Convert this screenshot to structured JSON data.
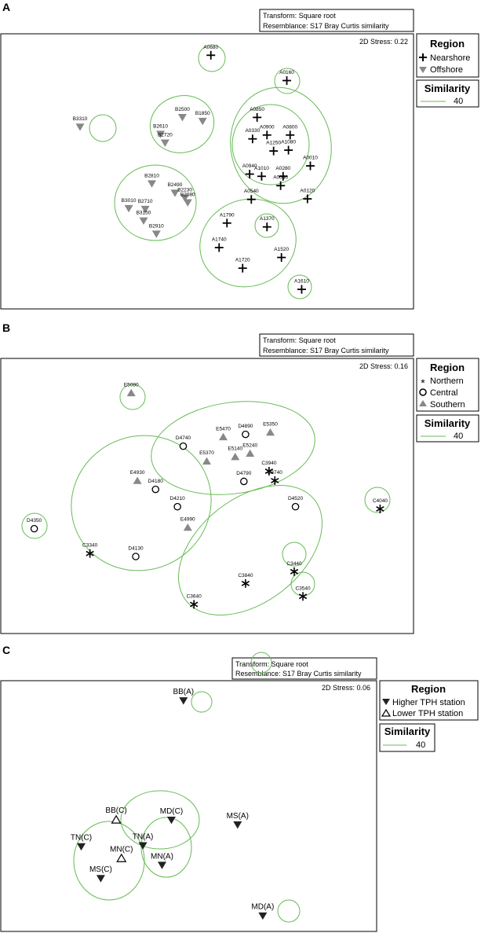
{
  "panels": [
    {
      "letter": "A",
      "transform": "Transform: Square root",
      "resemblance": "Resemblance: S17 Bray Curtis similarity",
      "stress": "2D Stress: 0.22",
      "legend": {
        "region_title": "Region",
        "groups": [
          {
            "label": "Nearshore",
            "marker": "plus"
          },
          {
            "label": "Offshore",
            "marker": "tri-down-gray"
          }
        ],
        "similarity_title": "Similarity",
        "similarity_value": "40",
        "similarity_color": "#66bb55"
      }
    },
    {
      "letter": "B",
      "transform": "Transform: Square root",
      "resemblance": "Resemblance: S17 Bray Curtis similarity",
      "stress": "2D Stress: 0.16",
      "legend": {
        "region_title": "Region",
        "groups": [
          {
            "label": "Northern",
            "marker": "asterisk"
          },
          {
            "label": "Central",
            "marker": "circle"
          },
          {
            "label": "Southern",
            "marker": "tri-up-gray"
          }
        ],
        "similarity_title": "Similarity",
        "similarity_value": "40",
        "similarity_color": "#66bb55"
      }
    },
    {
      "letter": "C",
      "transform": "Transform: Square root",
      "resemblance": "Resemblance: S17 Bray Curtis similarity",
      "stress": "2D Stress: 0.06",
      "legend": {
        "region_title": "Region",
        "groups": [
          {
            "label": "Higher TPH station",
            "marker": "tri-down-black"
          },
          {
            "label": "Lower TPH station",
            "marker": "tri-up-open"
          }
        ],
        "similarity_title": "Similarity",
        "similarity_value": "40",
        "similarity_color": "#66bb55"
      }
    }
  ],
  "chart_data": [
    {
      "type": "scatter",
      "title": "",
      "xlabel": "",
      "ylabel": "",
      "xlim": [
        0,
        100
      ],
      "ylim": [
        0,
        100
      ],
      "grid": false,
      "legend_position": "right",
      "points": [
        {
          "label": "A0680",
          "group": "Nearshore",
          "x": 50.9,
          "y": 92.2
        },
        {
          "label": "A0160",
          "group": "Nearshore",
          "x": 69.3,
          "y": 83.0
        },
        {
          "label": "A0850",
          "group": "Nearshore",
          "x": 62.1,
          "y": 69.6
        },
        {
          "label": "A0330",
          "group": "Nearshore",
          "x": 61.0,
          "y": 61.8
        },
        {
          "label": "A0900",
          "group": "Nearshore",
          "x": 64.5,
          "y": 63.2
        },
        {
          "label": "A0800",
          "group": "Nearshore",
          "x": 70.1,
          "y": 63.2
        },
        {
          "label": "A1250",
          "group": "Nearshore",
          "x": 66.1,
          "y": 57.4
        },
        {
          "label": "A1080",
          "group": "Nearshore",
          "x": 69.7,
          "y": 57.7
        },
        {
          "label": "A0010",
          "group": "Nearshore",
          "x": 75.0,
          "y": 52.0
        },
        {
          "label": "A0940",
          "group": "Nearshore",
          "x": 60.3,
          "y": 49.0
        },
        {
          "label": "A1010",
          "group": "Nearshore",
          "x": 63.2,
          "y": 48.2
        },
        {
          "label": "A0280",
          "group": "Nearshore",
          "x": 68.4,
          "y": 48.2
        },
        {
          "label": "A0040",
          "group": "Nearshore",
          "x": 67.8,
          "y": 44.8
        },
        {
          "label": "A0540",
          "group": "Nearshore",
          "x": 60.7,
          "y": 39.8
        },
        {
          "label": "A0120",
          "group": "Nearshore",
          "x": 74.3,
          "y": 40.0
        },
        {
          "label": "A1790",
          "group": "Nearshore",
          "x": 54.8,
          "y": 31.2
        },
        {
          "label": "A1370",
          "group": "Nearshore",
          "x": 64.5,
          "y": 29.8
        },
        {
          "label": "A1740",
          "group": "Nearshore",
          "x": 52.9,
          "y": 22.3
        },
        {
          "label": "A1520",
          "group": "Nearshore",
          "x": 68.0,
          "y": 18.7
        },
        {
          "label": "A1720",
          "group": "Nearshore",
          "x": 58.6,
          "y": 14.8
        },
        {
          "label": "A1610",
          "group": "Nearshore",
          "x": 72.9,
          "y": 7.1
        },
        {
          "label": "B3310",
          "group": "Offshore",
          "x": 19.2,
          "y": 66.1
        },
        {
          "label": "B2500",
          "group": "Offshore",
          "x": 44.0,
          "y": 69.6
        },
        {
          "label": "B1850",
          "group": "Offshore",
          "x": 48.9,
          "y": 68.2
        },
        {
          "label": "B2610",
          "group": "Offshore",
          "x": 38.7,
          "y": 63.5
        },
        {
          "label": "B2720",
          "group": "Offshore",
          "x": 39.8,
          "y": 60.3
        },
        {
          "label": "B2810",
          "group": "Offshore",
          "x": 36.6,
          "y": 45.5
        },
        {
          "label": "B2490",
          "group": "Offshore",
          "x": 42.2,
          "y": 42.1
        },
        {
          "label": "B2230",
          "group": "Offshore",
          "x": 44.6,
          "y": 40.3
        },
        {
          "label": "B2080",
          "group": "Offshore",
          "x": 45.3,
          "y": 38.6
        },
        {
          "label": "B3010",
          "group": "Offshore",
          "x": 31.0,
          "y": 36.5
        },
        {
          "label": "B2710",
          "group": "Offshore",
          "x": 35.0,
          "y": 36.2
        },
        {
          "label": "B3150",
          "group": "Offshore",
          "x": 34.6,
          "y": 32.0
        },
        {
          "label": "B2910",
          "group": "Offshore",
          "x": 37.7,
          "y": 27.2
        }
      ]
    },
    {
      "type": "scatter",
      "title": "",
      "xlabel": "",
      "ylabel": "",
      "xlim": [
        0,
        100
      ],
      "ylim": [
        0,
        100
      ],
      "grid": false,
      "legend_position": "right",
      "points": [
        {
          "label": "E5080",
          "group": "Southern",
          "x": 31.6,
          "y": 87.5
        },
        {
          "label": "E5470",
          "group": "Southern",
          "x": 53.9,
          "y": 71.5
        },
        {
          "label": "E5350",
          "group": "Southern",
          "x": 65.3,
          "y": 73.2
        },
        {
          "label": "E5240",
          "group": "Southern",
          "x": 60.4,
          "y": 65.5
        },
        {
          "label": "E5140",
          "group": "Southern",
          "x": 56.8,
          "y": 64.3
        },
        {
          "label": "E5370",
          "group": "Southern",
          "x": 49.9,
          "y": 62.7
        },
        {
          "label": "E4930",
          "group": "Southern",
          "x": 33.1,
          "y": 55.6
        },
        {
          "label": "E4990",
          "group": "Southern",
          "x": 45.3,
          "y": 38.6
        },
        {
          "label": "D4890",
          "group": "Central",
          "x": 59.3,
          "y": 72.4
        },
        {
          "label": "D4740",
          "group": "Central",
          "x": 44.2,
          "y": 68.1
        },
        {
          "label": "D4790",
          "group": "Central",
          "x": 58.9,
          "y": 55.3
        },
        {
          "label": "D4180",
          "group": "Central",
          "x": 37.5,
          "y": 52.4
        },
        {
          "label": "D4210",
          "group": "Central",
          "x": 42.8,
          "y": 46.1
        },
        {
          "label": "D4520",
          "group": "Central",
          "x": 71.4,
          "y": 46.1
        },
        {
          "label": "D4350",
          "group": "Central",
          "x": 8.1,
          "y": 38.1
        },
        {
          "label": "D4130",
          "group": "Central",
          "x": 32.7,
          "y": 28.0
        },
        {
          "label": "C3940",
          "group": "Northern",
          "x": 65.0,
          "y": 59.0
        },
        {
          "label": "C3740",
          "group": "Northern",
          "x": 66.4,
          "y": 55.6
        },
        {
          "label": "C4040",
          "group": "Northern",
          "x": 91.9,
          "y": 45.3
        },
        {
          "label": "C3340",
          "group": "Northern",
          "x": 21.6,
          "y": 29.1
        },
        {
          "label": "C3440",
          "group": "Northern",
          "x": 71.1,
          "y": 22.5
        },
        {
          "label": "C3840",
          "group": "Northern",
          "x": 59.3,
          "y": 18.2
        },
        {
          "label": "C3540",
          "group": "Northern",
          "x": 73.2,
          "y": 13.5
        },
        {
          "label": "C3640",
          "group": "Northern",
          "x": 46.8,
          "y": 10.6
        }
      ]
    },
    {
      "type": "scatter",
      "title": "",
      "xlabel": "",
      "ylabel": "",
      "xlim": [
        0,
        100
      ],
      "ylim": [
        0,
        100
      ],
      "grid": false,
      "legend_position": "right",
      "points": [
        {
          "label": "BB(A)",
          "group": "Higher TPH station",
          "x": 48.6,
          "y": 92.0
        },
        {
          "label": "BB(C)",
          "group": "Lower TPH station",
          "x": 30.7,
          "y": 44.6
        },
        {
          "label": "MD(C)",
          "group": "Higher TPH station",
          "x": 45.4,
          "y": 44.4
        },
        {
          "label": "MS(A)",
          "group": "Higher TPH station",
          "x": 63.0,
          "y": 42.5
        },
        {
          "label": "TN(C)",
          "group": "Higher TPH station",
          "x": 21.4,
          "y": 33.8
        },
        {
          "label": "TN(A)",
          "group": "Higher TPH station",
          "x": 37.8,
          "y": 34.2
        },
        {
          "label": "MN(C)",
          "group": "Lower TPH station",
          "x": 32.1,
          "y": 29.2
        },
        {
          "label": "MN(A)",
          "group": "Higher TPH station",
          "x": 42.9,
          "y": 26.4
        },
        {
          "label": "MS(C)",
          "group": "Higher TPH station",
          "x": 26.6,
          "y": 21.1
        },
        {
          "label": "MD(A)",
          "group": "Higher TPH station",
          "x": 69.7,
          "y": 6.2
        }
      ]
    }
  ]
}
